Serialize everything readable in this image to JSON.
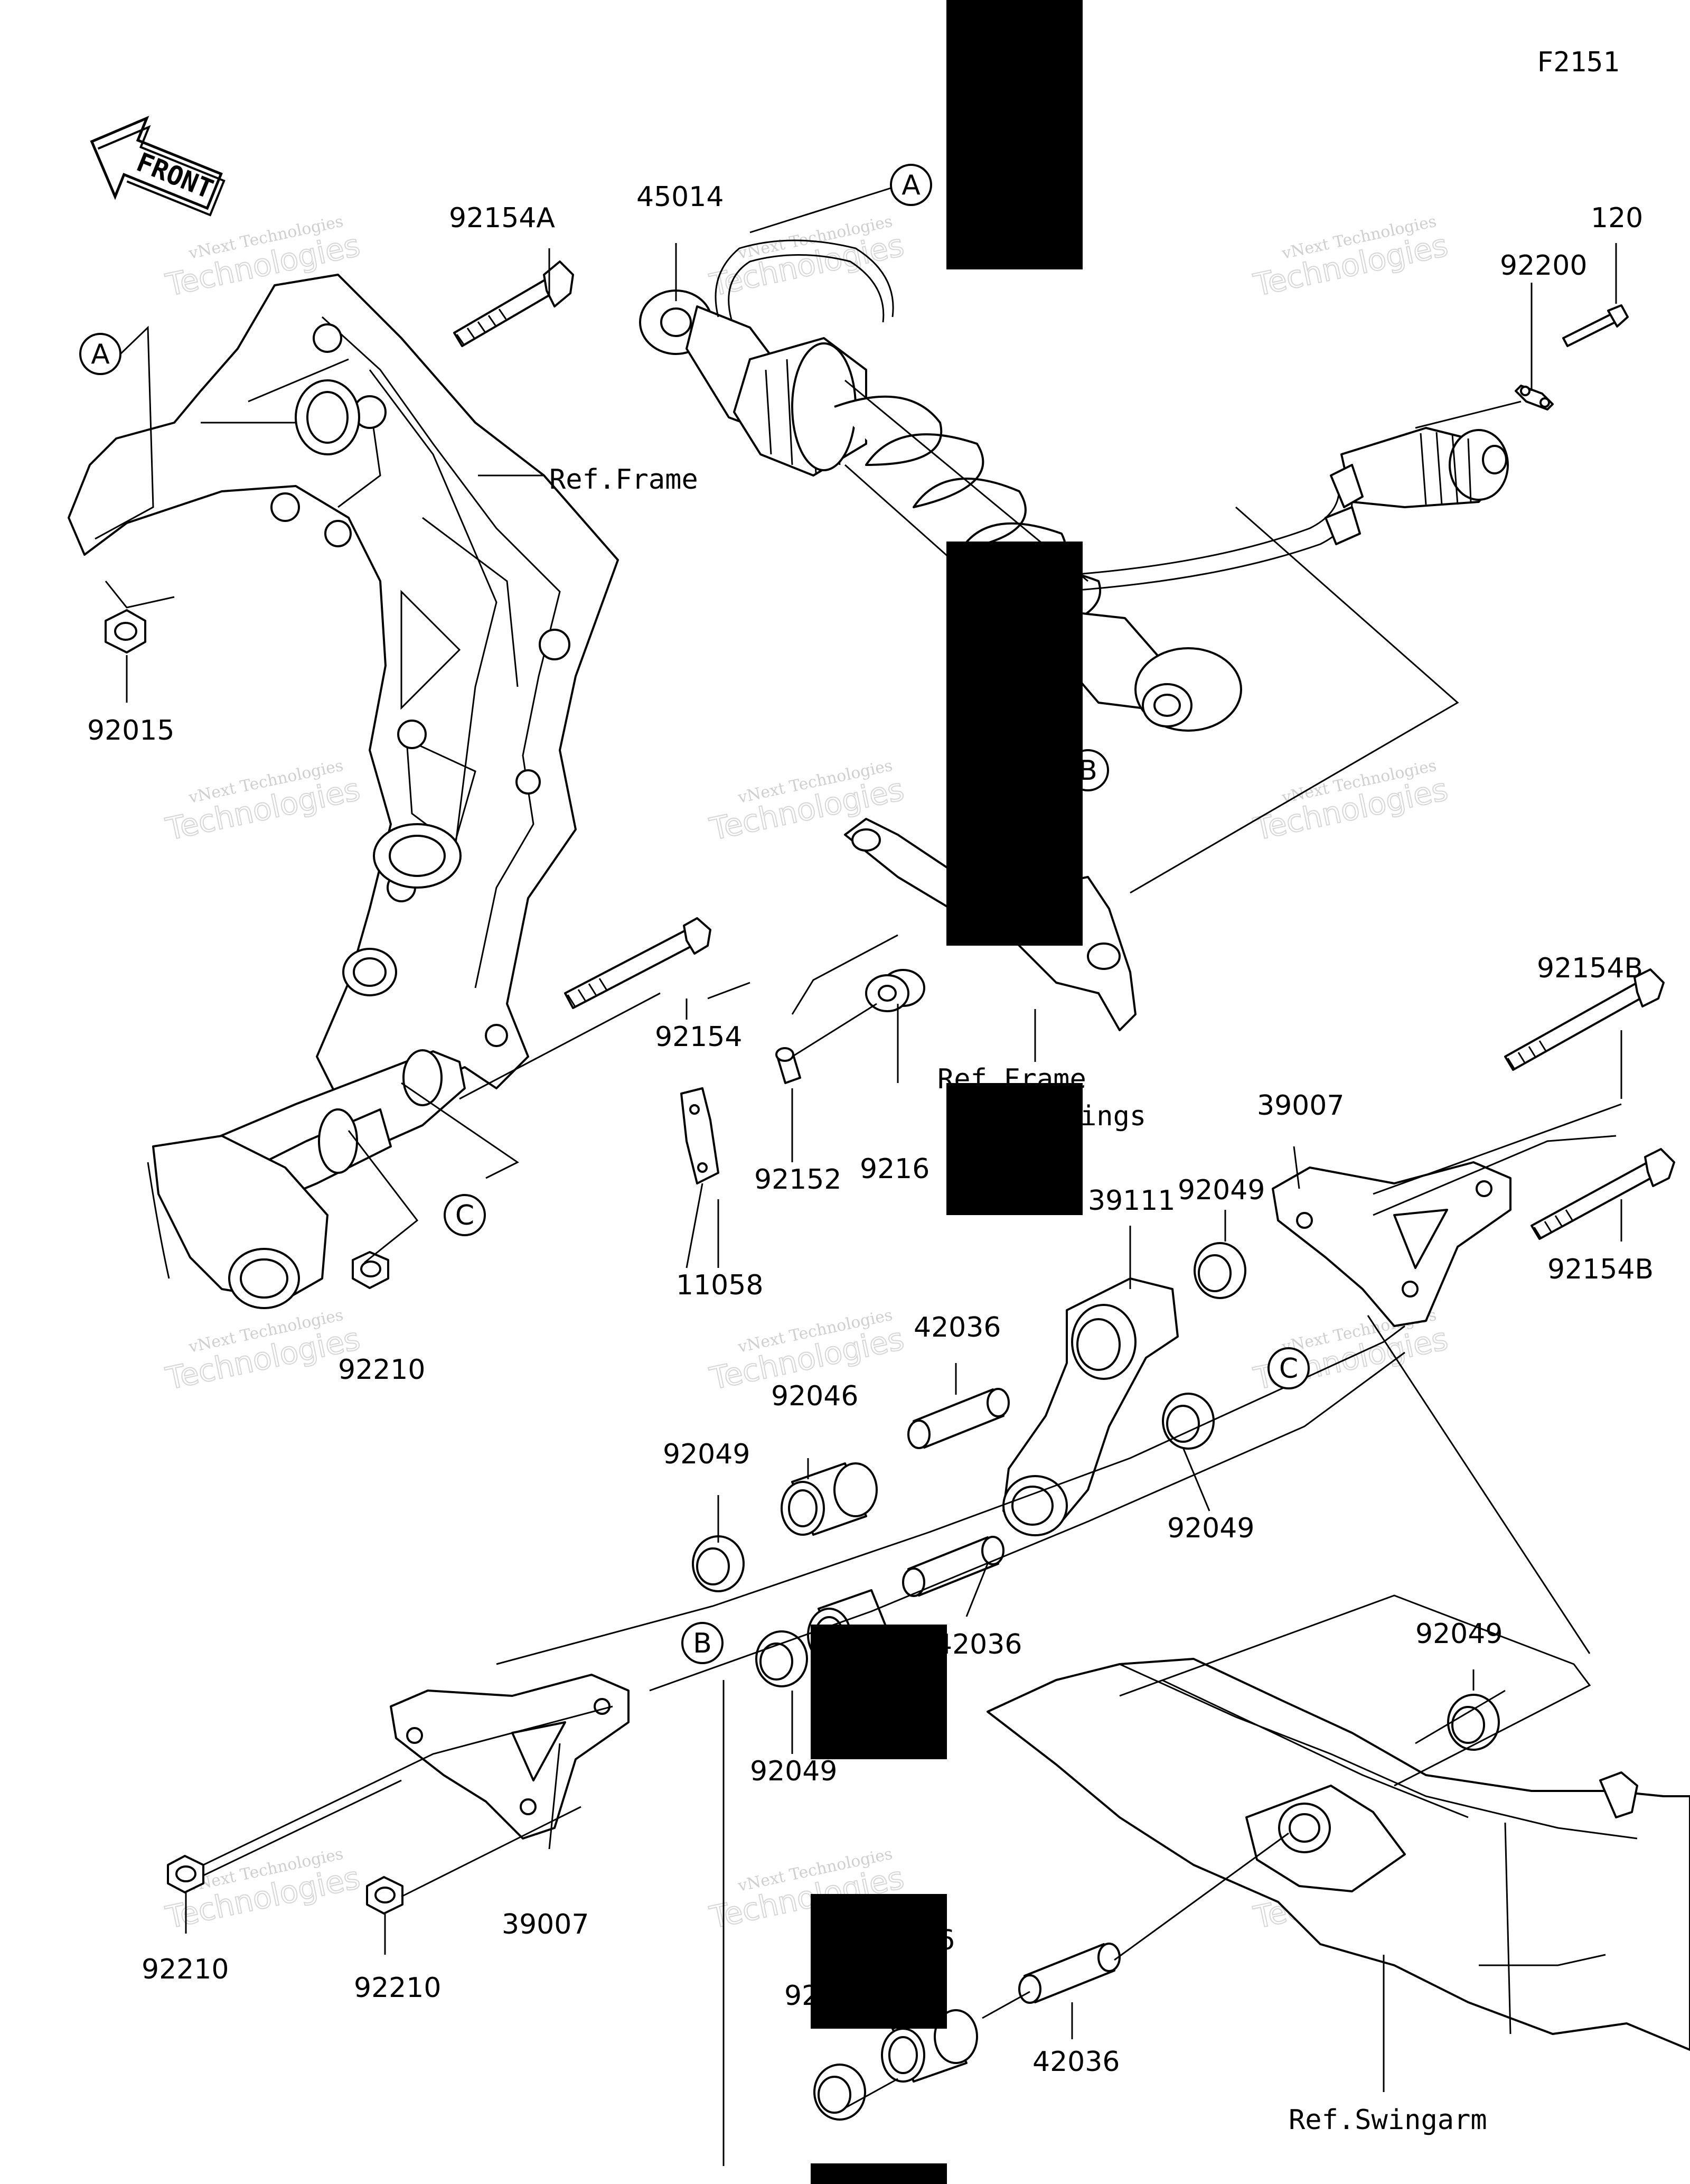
{
  "diagram_code": "F2151",
  "front_label": "FRONT",
  "watermark": {
    "line1": "vNext Technologies",
    "line2": "Technologies"
  },
  "reference_labels": {
    "frame_top": "Ref.Frame",
    "frame_mid": "Ref.Frame",
    "fittings": "ings",
    "swingarm": "Ref.Swingarm"
  },
  "callouts": {
    "a1": "A",
    "a2": "A",
    "b1": "B",
    "b2": "B",
    "c1": "C",
    "c2": "C"
  },
  "part_labels": {
    "p92154A": "92154A",
    "p45014": "45014",
    "p120": "120",
    "p92200": "92200",
    "p92015": "92015",
    "p92154": "92154",
    "p92154B_top": "92154B",
    "p92154B_bot": "92154B",
    "p39007_top": "39007",
    "p39007_bot": "39007",
    "p92161": "9216",
    "p92152": "92152",
    "p11058": "11058",
    "p39111": "39111",
    "p92049_a": "92049",
    "p92049_b": "92049",
    "p92049_c": "92049",
    "p92049_d": "92049",
    "p92049_e": "92049",
    "p92046": "92046",
    "p42036_a": "42036",
    "p42036_b": "42036",
    "p42036_c": "42036",
    "p92210_a": "92210",
    "p92210_b": "92210",
    "p92210_c": "92210",
    "p_partial_6": "6",
    "p_partial_92": "92"
  },
  "colors": {
    "ink": "#000000",
    "paper": "#ffffff",
    "watermark": "#cfcfcf"
  }
}
